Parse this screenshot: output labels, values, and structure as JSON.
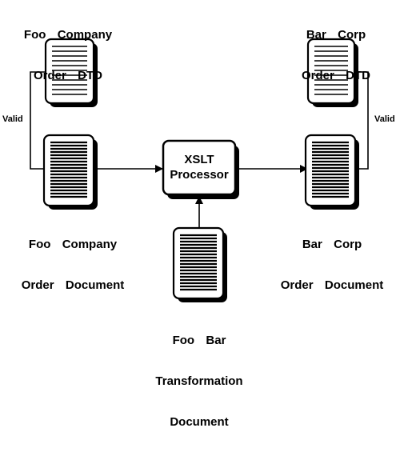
{
  "foo_dtd": {
    "line1": "Foo  Company",
    "line2": "Order  DTD"
  },
  "bar_dtd": {
    "line1": "Bar  Corp",
    "line2": "Order  DTD"
  },
  "foo_doc": {
    "line1": "Foo  Company",
    "line2": "Order  Document"
  },
  "bar_doc": {
    "line1": "Bar  Corp",
    "line2": "Order  Document"
  },
  "transform_doc": {
    "line1": "Foo  Bar",
    "line2": "Transformation",
    "line3": "Document"
  },
  "processor": {
    "line1": "XSLT",
    "line2": "Processor"
  },
  "edges": {
    "left_valid": "Valid",
    "right_valid": "Valid"
  },
  "icons": {
    "dtd": "light-lined-document-icon",
    "document": "dense-lined-document-icon",
    "processor": "rounded-box-icon"
  },
  "colors": {
    "stroke": "#000000",
    "shadow": "#000000",
    "background": "#ffffff"
  }
}
